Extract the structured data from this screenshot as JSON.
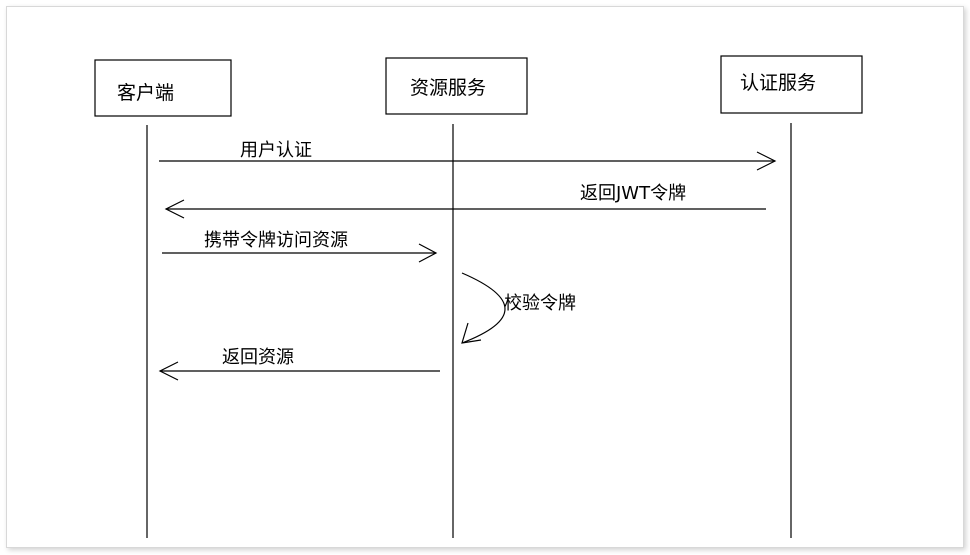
{
  "participants": {
    "client": "客户端",
    "resource_service": "资源服务",
    "auth_service": "认证服务"
  },
  "messages": {
    "user_auth": "用户认证",
    "return_jwt": "返回JWT令牌",
    "access_with_token": "携带令牌访问资源",
    "verify_token": "校验令牌",
    "return_resource": "返回资源"
  }
}
